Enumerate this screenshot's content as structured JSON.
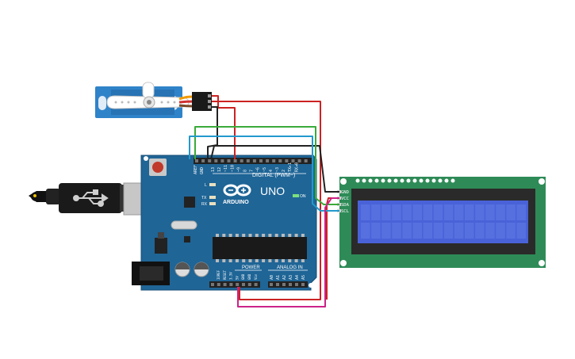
{
  "board": {
    "brand": "ARDUINO",
    "model": "UNO",
    "digital_label": "DIGITAL (PWM~)",
    "power_label": "POWER",
    "analog_label": "ANALOG IN",
    "on_label": "ON",
    "led_l": "L",
    "led_tx": "TX",
    "led_rx": "RX",
    "aref_label": "AREF",
    "gnd_label": "GND",
    "digital_pins": [
      "13",
      "12",
      "~11",
      "~10",
      "~9",
      "8",
      "7",
      "~6",
      "~5",
      "4",
      "~3",
      "2",
      "TX▸1",
      "RX◂0"
    ],
    "power_pins": [
      "IOREF",
      "RESET",
      "3.3V",
      "5V",
      "GND",
      "GND",
      "Vin"
    ],
    "analog_pins": [
      "A0",
      "A1",
      "A2",
      "A3",
      "A4",
      "A5"
    ],
    "color": "#1b5e8f"
  },
  "lcd": {
    "pins": [
      "GND",
      "VCC",
      "SDA",
      "SCL"
    ],
    "pcb_color": "#2e8b57",
    "screen_color": "#4a62d8"
  },
  "servo": {
    "body_color": "#2f83c9"
  },
  "wires": {
    "red": "#cc2222",
    "black": "#222222",
    "green": "#3aaa3a",
    "blue": "#2299cc",
    "magenta": "#cc2288"
  }
}
